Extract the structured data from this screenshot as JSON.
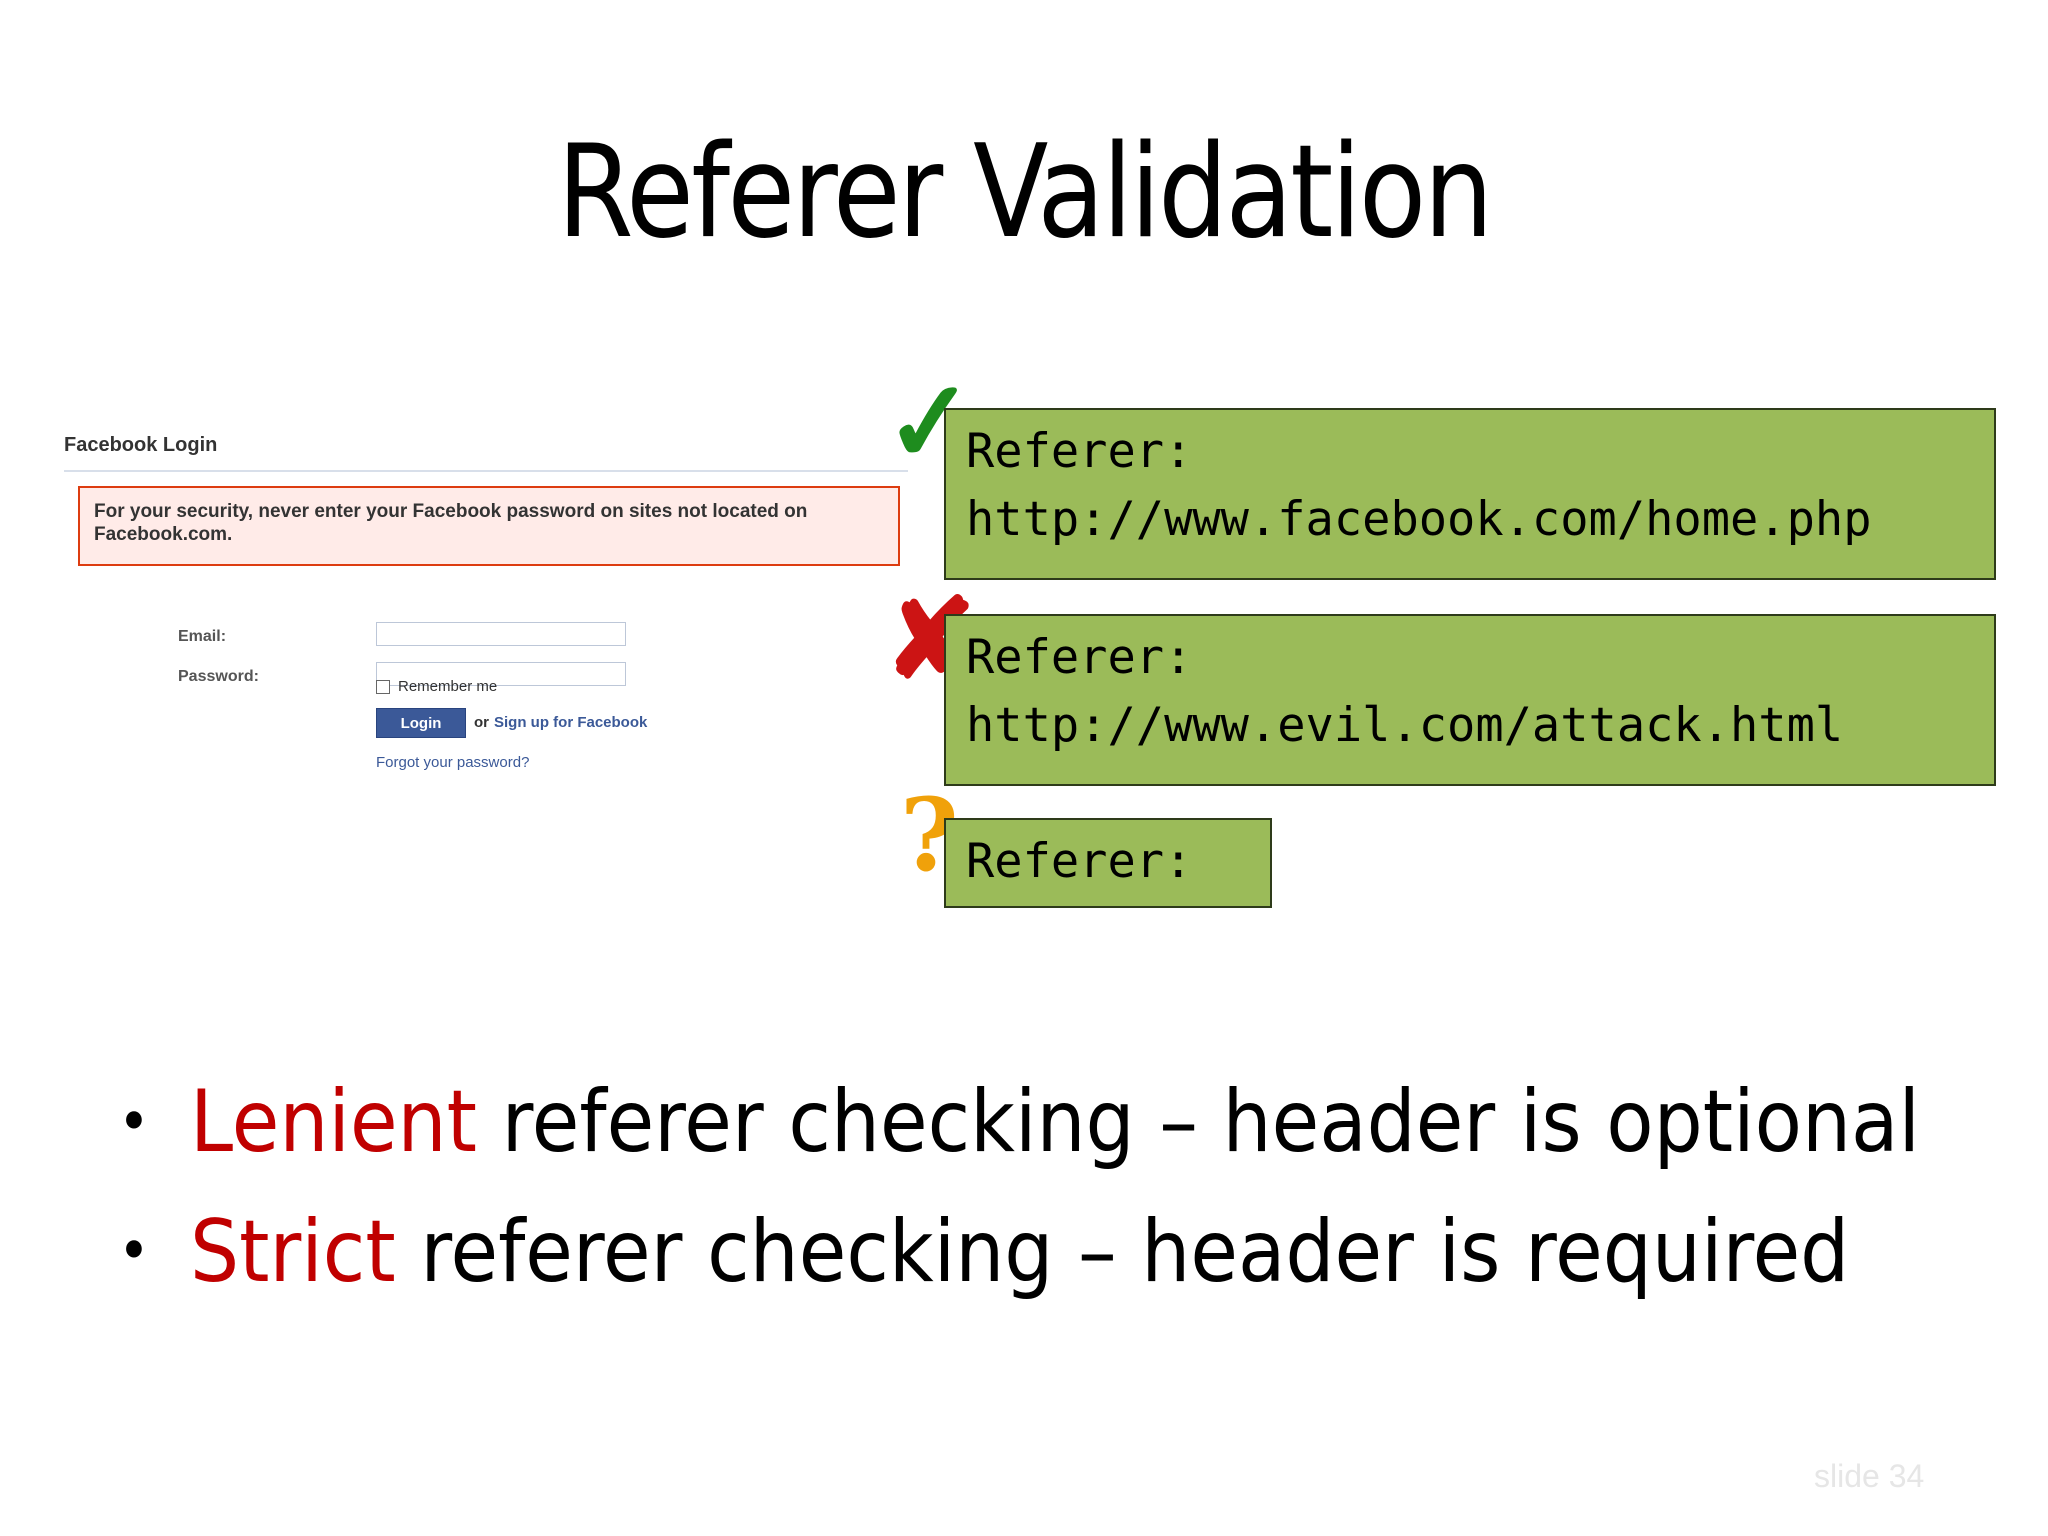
{
  "slide": {
    "title": "Referer Validation",
    "slide_number": "slide 34"
  },
  "login_screenshot": {
    "title": "Facebook Login",
    "warning": "For your security, never enter your Facebook password on sites not located on Facebook.com.",
    "email_label": "Email:",
    "email_value": "",
    "password_label": "Password:",
    "password_value": "",
    "remember_label": "Remember me",
    "remember_checked": false,
    "login_button": "Login",
    "or_text": "or",
    "signup_link": "Sign up for Facebook",
    "forgot_link": "Forgot your password?"
  },
  "referers": [
    {
      "status": "accepted",
      "status_icon": "check-icon",
      "status_color": "#1e8c1e",
      "label": "Referer:",
      "value": "http://www.facebook.com/home.php"
    },
    {
      "status": "rejected",
      "status_icon": "cross-icon",
      "status_color": "#cc1414",
      "label": "Referer:",
      "value": "http://www.evil.com/attack.html"
    },
    {
      "status": "unknown",
      "status_icon": "question-icon",
      "status_color": "#f0a10a",
      "label": "Referer:",
      "value": ""
    }
  ],
  "icons": {
    "check": "✓",
    "cross": "✘",
    "question": "?"
  },
  "bullets": [
    {
      "dot": "•",
      "keyword": "Lenient",
      "rest": " referer checking – header is optional"
    },
    {
      "dot": "•",
      "keyword": "Strict",
      "rest": " referer checking – header is required"
    }
  ],
  "colors": {
    "box_fill": "#9bbb59",
    "keyword_red": "#c00000",
    "facebook_blue": "#3b5998"
  }
}
